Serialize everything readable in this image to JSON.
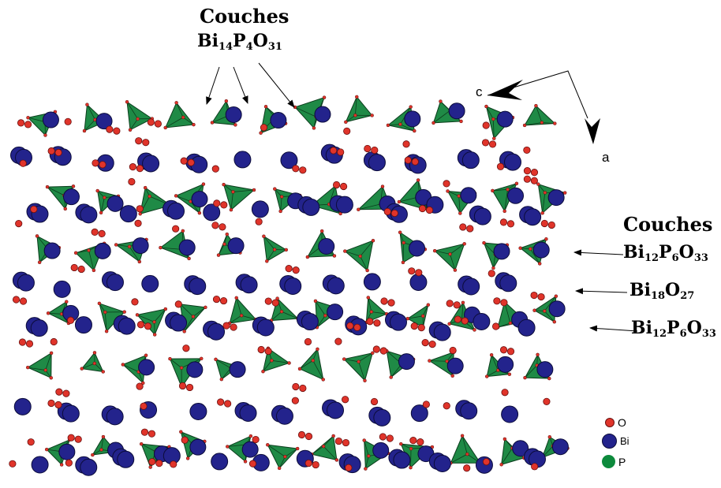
{
  "labels": {
    "top_title": "Couches",
    "top_formula": {
      "a": "Bi",
      "an": "14",
      "b": "P",
      "bn": "4",
      "c": "O",
      "cn": "31"
    },
    "right_title": "Couches",
    "layer1": {
      "a": "Bi",
      "an": "12",
      "b": "P",
      "bn": "6",
      "c": "O",
      "cn": "33"
    },
    "layer2": {
      "a": "Bi",
      "an": "18",
      "b": "O",
      "bn": "27",
      "c": "",
      "cn": ""
    },
    "layer3": {
      "a": "Bi",
      "an": "12",
      "b": "P",
      "bn": "6",
      "c": "O",
      "cn": "33"
    },
    "axis_c": "c",
    "axis_a": "a"
  },
  "legend": [
    {
      "symbol": "O",
      "color": "#e0342a"
    },
    {
      "symbol": "Bi",
      "color": "#23238c"
    },
    {
      "symbol": "P",
      "color": "#0d8a3c"
    }
  ],
  "colors": {
    "oxygen": "#e0342a",
    "bismuth": "#23238c",
    "phosphate": "#1f8a46",
    "phosphate_edge": "#0b3d1c"
  }
}
